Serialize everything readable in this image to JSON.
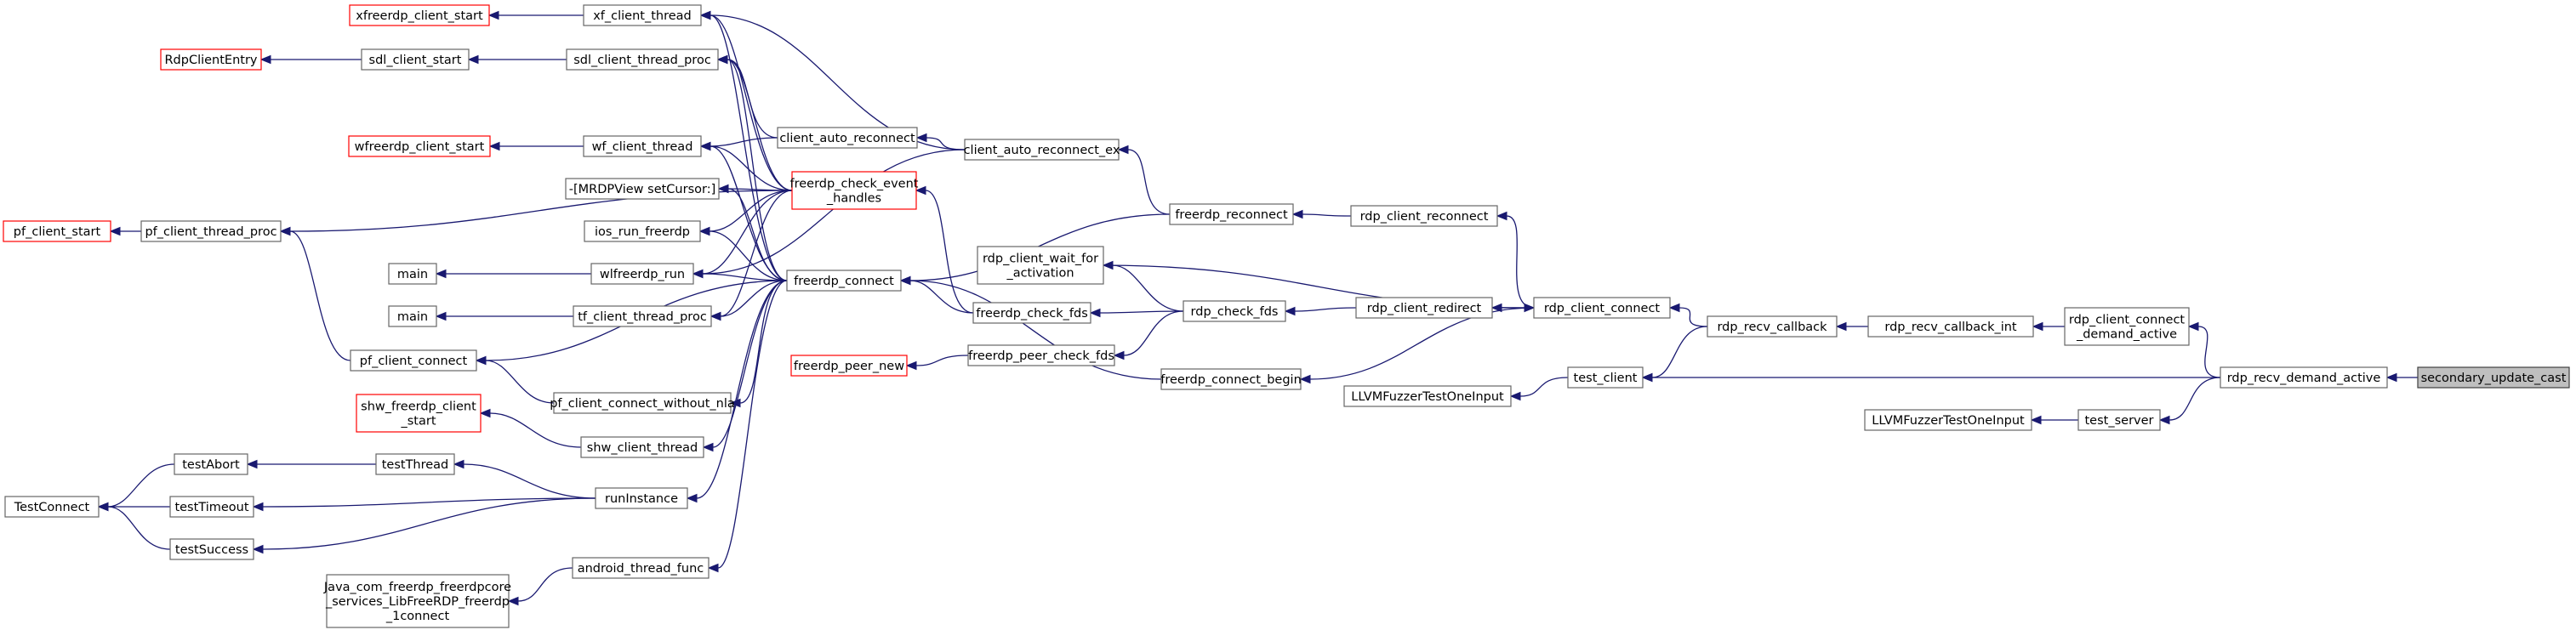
{
  "colors": {
    "edge": "#191970",
    "red_border": "#ff0000",
    "gray_border": "#666666",
    "root_fill": "#bfbfbf"
  },
  "nodes": {
    "n_secondary": {
      "lines": [
        "secondary_update_cast"
      ],
      "style": "root"
    },
    "n_rdp_recv_demand": {
      "lines": [
        "rdp_recv_demand_active"
      ],
      "style": "normal"
    },
    "n_rdp_client_connect_demand": {
      "lines": [
        "rdp_client_connect",
        "_demand_active"
      ],
      "style": "normal"
    },
    "n_rdp_recv_cb_int": {
      "lines": [
        "rdp_recv_callback_int"
      ],
      "style": "normal"
    },
    "n_rdp_recv_cb": {
      "lines": [
        "rdp_recv_callback"
      ],
      "style": "normal"
    },
    "n_rdp_client_connect": {
      "lines": [
        "rdp_client_connect"
      ],
      "style": "normal"
    },
    "n_rdp_client_reconnect": {
      "lines": [
        "rdp_client_reconnect"
      ],
      "style": "normal"
    },
    "n_rdp_client_redirect": {
      "lines": [
        "rdp_client_redirect"
      ],
      "style": "normal"
    },
    "n_rdp_check_fds": {
      "lines": [
        "rdp_check_fds"
      ],
      "style": "normal"
    },
    "n_rdp_wait_activation": {
      "lines": [
        "rdp_client_wait_for",
        "_activation"
      ],
      "style": "normal"
    },
    "n_freerdp_reconnect": {
      "lines": [
        "freerdp_reconnect"
      ],
      "style": "normal"
    },
    "n_freerdp_check_fds": {
      "lines": [
        "freerdp_check_fds"
      ],
      "style": "normal"
    },
    "n_freerdp_peer_check_fds": {
      "lines": [
        "freerdp_peer_check_fds"
      ],
      "style": "normal"
    },
    "n_freerdp_connect_begin": {
      "lines": [
        "freerdp_connect_begin"
      ],
      "style": "normal"
    },
    "n_test_client": {
      "lines": [
        "test_client"
      ],
      "style": "normal"
    },
    "n_test_server": {
      "lines": [
        "test_server"
      ],
      "style": "normal"
    },
    "n_llvm1": {
      "lines": [
        "LLVMFuzzerTestOneInput"
      ],
      "style": "normal"
    },
    "n_llvm2": {
      "lines": [
        "LLVMFuzzerTestOneInput"
      ],
      "style": "normal"
    },
    "n_client_auto_reconnect_ex": {
      "lines": [
        "client_auto_reconnect_ex"
      ],
      "style": "normal"
    },
    "n_client_auto_reconnect": {
      "lines": [
        "client_auto_reconnect"
      ],
      "style": "normal"
    },
    "n_freerdp_check_event": {
      "lines": [
        "freerdp_check_event",
        "_handles"
      ],
      "style": "red"
    },
    "n_freerdp_connect": {
      "lines": [
        "freerdp_connect"
      ],
      "style": "normal"
    },
    "n_freerdp_peer_new": {
      "lines": [
        "freerdp_peer_new"
      ],
      "style": "red"
    },
    "n_xf_client_thread": {
      "lines": [
        "xf_client_thread"
      ],
      "style": "normal"
    },
    "n_xfreerdp_client_start": {
      "lines": [
        "xfreerdp_client_start"
      ],
      "style": "red"
    },
    "n_sdl_client_thread_proc": {
      "lines": [
        "sdl_client_thread_proc"
      ],
      "style": "normal"
    },
    "n_sdl_client_start": {
      "lines": [
        "sdl_client_start"
      ],
      "style": "normal"
    },
    "n_rdpclient_entry": {
      "lines": [
        "RdpClientEntry"
      ],
      "style": "red"
    },
    "n_wf_client_thread": {
      "lines": [
        "wf_client_thread"
      ],
      "style": "normal"
    },
    "n_wfreerdp_client_start": {
      "lines": [
        "wfreerdp_client_start"
      ],
      "style": "red"
    },
    "n_mrdpview": {
      "lines": [
        "-[MRDPView setCursor:]"
      ],
      "style": "normal"
    },
    "n_ios_run": {
      "lines": [
        "ios_run_freerdp"
      ],
      "style": "normal"
    },
    "n_wlfreerdp_run": {
      "lines": [
        "wlfreerdp_run"
      ],
      "style": "normal"
    },
    "n_main1": {
      "lines": [
        "main"
      ],
      "style": "normal"
    },
    "n_tf_client_thread_proc": {
      "lines": [
        "tf_client_thread_proc"
      ],
      "style": "normal"
    },
    "n_main2": {
      "lines": [
        "main"
      ],
      "style": "normal"
    },
    "n_pf_client_start": {
      "lines": [
        "pf_client_start"
      ],
      "style": "red"
    },
    "n_pf_client_thread_proc": {
      "lines": [
        "pf_client_thread_proc"
      ],
      "style": "normal"
    },
    "n_pf_client_connect": {
      "lines": [
        "pf_client_connect"
      ],
      "style": "normal"
    },
    "n_pf_client_connect_nonla": {
      "lines": [
        "pf_client_connect_without_nla"
      ],
      "style": "normal"
    },
    "n_shw_freerdp_client_start": {
      "lines": [
        "shw_freerdp_client",
        "_start"
      ],
      "style": "red"
    },
    "n_shw_client_thread": {
      "lines": [
        "shw_client_thread"
      ],
      "style": "normal"
    },
    "n_run_instance": {
      "lines": [
        "runInstance"
      ],
      "style": "normal"
    },
    "n_test_thread": {
      "lines": [
        "testThread"
      ],
      "style": "normal"
    },
    "n_test_abort": {
      "lines": [
        "testAbort"
      ],
      "style": "normal"
    },
    "n_test_timeout": {
      "lines": [
        "testTimeout"
      ],
      "style": "normal"
    },
    "n_test_success": {
      "lines": [
        "testSuccess"
      ],
      "style": "normal"
    },
    "n_test_connect": {
      "lines": [
        "TestConnect"
      ],
      "style": "normal"
    },
    "n_android_thread_func": {
      "lines": [
        "android_thread_func"
      ],
      "style": "normal"
    },
    "n_java_com": {
      "lines": [
        "Java_com_freerdp_freerdpcore",
        "_services_LibFreeRDP_freerdp",
        "_1connect"
      ],
      "style": "normal"
    }
  },
  "edges": [
    [
      "n_rdp_recv_demand",
      "n_secondary"
    ],
    [
      "n_rdp_client_connect_demand",
      "n_rdp_recv_demand"
    ],
    [
      "n_test_client",
      "n_rdp_recv_demand"
    ],
    [
      "n_test_server",
      "n_rdp_recv_demand"
    ],
    [
      "n_rdp_recv_cb_int",
      "n_rdp_client_connect_demand"
    ],
    [
      "n_rdp_recv_cb",
      "n_rdp_recv_cb_int"
    ],
    [
      "n_rdp_client_connect",
      "n_rdp_recv_cb"
    ],
    [
      "n_test_client",
      "n_rdp_recv_cb"
    ],
    [
      "n_rdp_client_reconnect",
      "n_rdp_client_connect"
    ],
    [
      "n_rdp_client_redirect",
      "n_rdp_client_connect"
    ],
    [
      "n_freerdp_connect_begin",
      "n_rdp_client_connect"
    ],
    [
      "n_rdp_client_connect",
      "n_rdp_wait_activation"
    ],
    [
      "n_freerdp_reconnect",
      "n_rdp_client_reconnect"
    ],
    [
      "n_rdp_check_fds",
      "n_rdp_client_redirect"
    ],
    [
      "n_rdp_wait_activation",
      "n_rdp_check_fds"
    ],
    [
      "n_freerdp_check_fds",
      "n_rdp_check_fds"
    ],
    [
      "n_freerdp_peer_check_fds",
      "n_rdp_check_fds"
    ],
    [
      "n_freerdp_peer_new",
      "n_freerdp_peer_check_fds"
    ],
    [
      "n_freerdp_connect",
      "n_freerdp_connect_begin"
    ],
    [
      "n_llvm1",
      "n_test_client"
    ],
    [
      "n_llvm2",
      "n_test_server"
    ],
    [
      "n_client_auto_reconnect_ex",
      "n_freerdp_reconnect"
    ],
    [
      "n_freerdp_connect",
      "n_freerdp_reconnect"
    ],
    [
      "n_client_auto_reconnect",
      "n_client_auto_reconnect_ex"
    ],
    [
      "n_xf_client_thread",
      "n_client_auto_reconnect_ex"
    ],
    [
      "n_wlfreerdp_run",
      "n_client_auto_reconnect_ex"
    ],
    [
      "n_sdl_client_thread_proc",
      "n_client_auto_reconnect"
    ],
    [
      "n_wf_client_thread",
      "n_client_auto_reconnect"
    ],
    [
      "n_freerdp_check_event",
      "n_freerdp_check_fds"
    ],
    [
      "n_freerdp_connect",
      "n_freerdp_check_fds"
    ],
    [
      "n_xf_client_thread",
      "n_freerdp_check_event"
    ],
    [
      "n_sdl_client_thread_proc",
      "n_freerdp_check_event"
    ],
    [
      "n_wf_client_thread",
      "n_freerdp_check_event"
    ],
    [
      "n_mrdpview",
      "n_freerdp_check_event"
    ],
    [
      "n_ios_run",
      "n_freerdp_check_event"
    ],
    [
      "n_wlfreerdp_run",
      "n_freerdp_check_event"
    ],
    [
      "n_tf_client_thread_proc",
      "n_freerdp_check_event"
    ],
    [
      "n_pf_client_thread_proc",
      "n_freerdp_check_event"
    ],
    [
      "n_xf_client_thread",
      "n_freerdp_connect"
    ],
    [
      "n_sdl_client_thread_proc",
      "n_freerdp_connect"
    ],
    [
      "n_wf_client_thread",
      "n_freerdp_connect"
    ],
    [
      "n_mrdpview",
      "n_freerdp_connect"
    ],
    [
      "n_ios_run",
      "n_freerdp_connect"
    ],
    [
      "n_wlfreerdp_run",
      "n_freerdp_connect"
    ],
    [
      "n_tf_client_thread_proc",
      "n_freerdp_connect"
    ],
    [
      "n_pf_client_connect",
      "n_freerdp_connect"
    ],
    [
      "n_pf_client_connect_nonla",
      "n_freerdp_connect"
    ],
    [
      "n_shw_client_thread",
      "n_freerdp_connect"
    ],
    [
      "n_run_instance",
      "n_freerdp_connect"
    ],
    [
      "n_android_thread_func",
      "n_freerdp_connect"
    ],
    [
      "n_xfreerdp_client_start",
      "n_xf_client_thread"
    ],
    [
      "n_sdl_client_start",
      "n_sdl_client_thread_proc"
    ],
    [
      "n_rdpclient_entry",
      "n_sdl_client_start"
    ],
    [
      "n_wfreerdp_client_start",
      "n_wf_client_thread"
    ],
    [
      "n_main1",
      "n_wlfreerdp_run"
    ],
    [
      "n_main2",
      "n_tf_client_thread_proc"
    ],
    [
      "n_pf_client_start",
      "n_pf_client_thread_proc"
    ],
    [
      "n_pf_client_thread_proc",
      "n_pf_client_connect"
    ],
    [
      "n_pf_client_connect",
      "n_pf_client_connect_nonla"
    ],
    [
      "n_shw_freerdp_client_start",
      "n_shw_client_thread"
    ],
    [
      "n_test_thread",
      "n_run_instance"
    ],
    [
      "n_test_timeout",
      "n_run_instance"
    ],
    [
      "n_test_success",
      "n_run_instance"
    ],
    [
      "n_test_abort",
      "n_test_thread"
    ],
    [
      "n_test_connect",
      "n_test_abort"
    ],
    [
      "n_test_connect",
      "n_test_timeout"
    ],
    [
      "n_test_connect",
      "n_test_success"
    ],
    [
      "n_java_com",
      "n_android_thread_func"
    ]
  ]
}
